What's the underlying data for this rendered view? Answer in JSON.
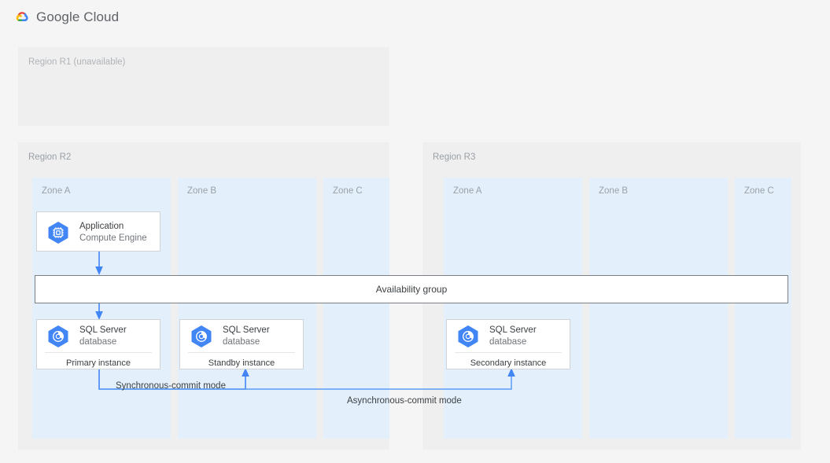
{
  "header": {
    "logo_icon": "google-cloud-logo",
    "wordmark": "Google Cloud"
  },
  "regions": [
    {
      "id": "r1",
      "label": "Region R1 (unavailable)",
      "state": "unavailable",
      "zones": []
    },
    {
      "id": "r2",
      "label": "Region R2",
      "state": "available",
      "zones": [
        {
          "label": "Zone A"
        },
        {
          "label": "Zone B"
        },
        {
          "label": "Zone C"
        }
      ]
    },
    {
      "id": "r3",
      "label": "Region R3",
      "state": "available",
      "zones": [
        {
          "label": "Zone A"
        },
        {
          "label": "Zone B"
        },
        {
          "label": "Zone C"
        }
      ]
    }
  ],
  "cards": {
    "application": {
      "icon": "compute-engine-icon",
      "title": "Application",
      "subtitle": "Compute Engine"
    },
    "primary_db": {
      "icon": "cloud-sql-icon",
      "title": "SQL Server",
      "subtitle": "database",
      "footer": "Primary instance"
    },
    "standby_db": {
      "icon": "cloud-sql-icon",
      "title": "SQL Server",
      "subtitle": "database",
      "footer": "Standby instance"
    },
    "secondary_db": {
      "icon": "cloud-sql-icon",
      "title": "SQL Server",
      "subtitle": "database",
      "footer": "Secondary instance"
    }
  },
  "availability_group": {
    "label": "Availability group"
  },
  "connectors": {
    "synchronous": "Synchronous-commit mode",
    "asynchronous": "Asynchronous-commit mode"
  },
  "colors": {
    "page_background": "#f5f5f5",
    "region_background": "#efefef",
    "zone_background": "#e3f0fc",
    "card_background": "#ffffff",
    "accent_blue": "#4285f4",
    "icon_blue": "#4285f4",
    "label_grey": "#9aa0a6",
    "text_grey": "#3c4043",
    "logo_red": "#ea4335",
    "logo_yellow": "#fbbc04",
    "logo_green": "#34a853",
    "logo_blue": "#4285f4"
  }
}
